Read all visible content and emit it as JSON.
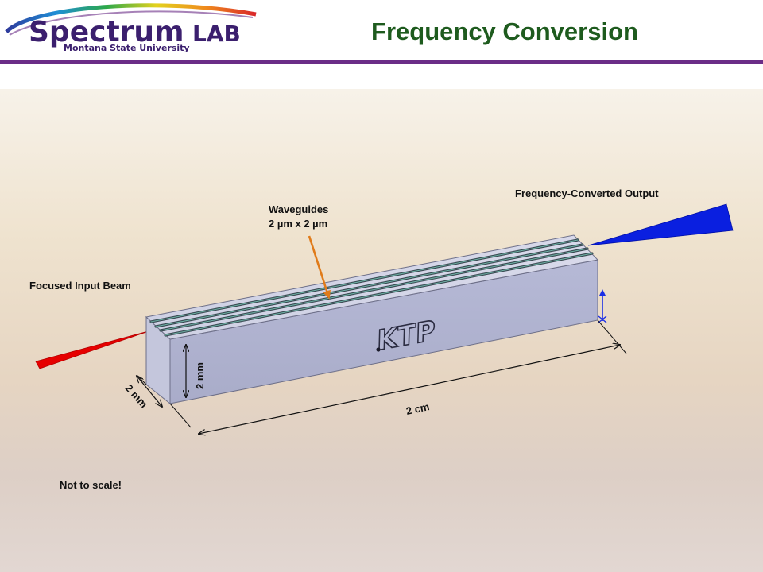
{
  "header": {
    "logo_main": "Spectrum",
    "logo_lab": "LAB",
    "logo_sub": "Montana State University",
    "title": "Frequency Conversion"
  },
  "diagram": {
    "label_output": "Frequency-Converted Output",
    "label_waveguides_1": "Waveguides",
    "label_waveguides_2": "2 µm x 2 µm",
    "label_input": "Focused Input Beam",
    "crystal_label": "KTP",
    "dim_height": "2 mm",
    "dim_width": "2 mm",
    "dim_length": "2 cm",
    "note": "Not to scale!"
  },
  "colors": {
    "brand_purple": "#6b2d87",
    "title_green": "#1e5b1e",
    "input_beam": "#e60000",
    "output_beam": "#0a1fe0",
    "pointer_arrow": "#e07b1a"
  }
}
